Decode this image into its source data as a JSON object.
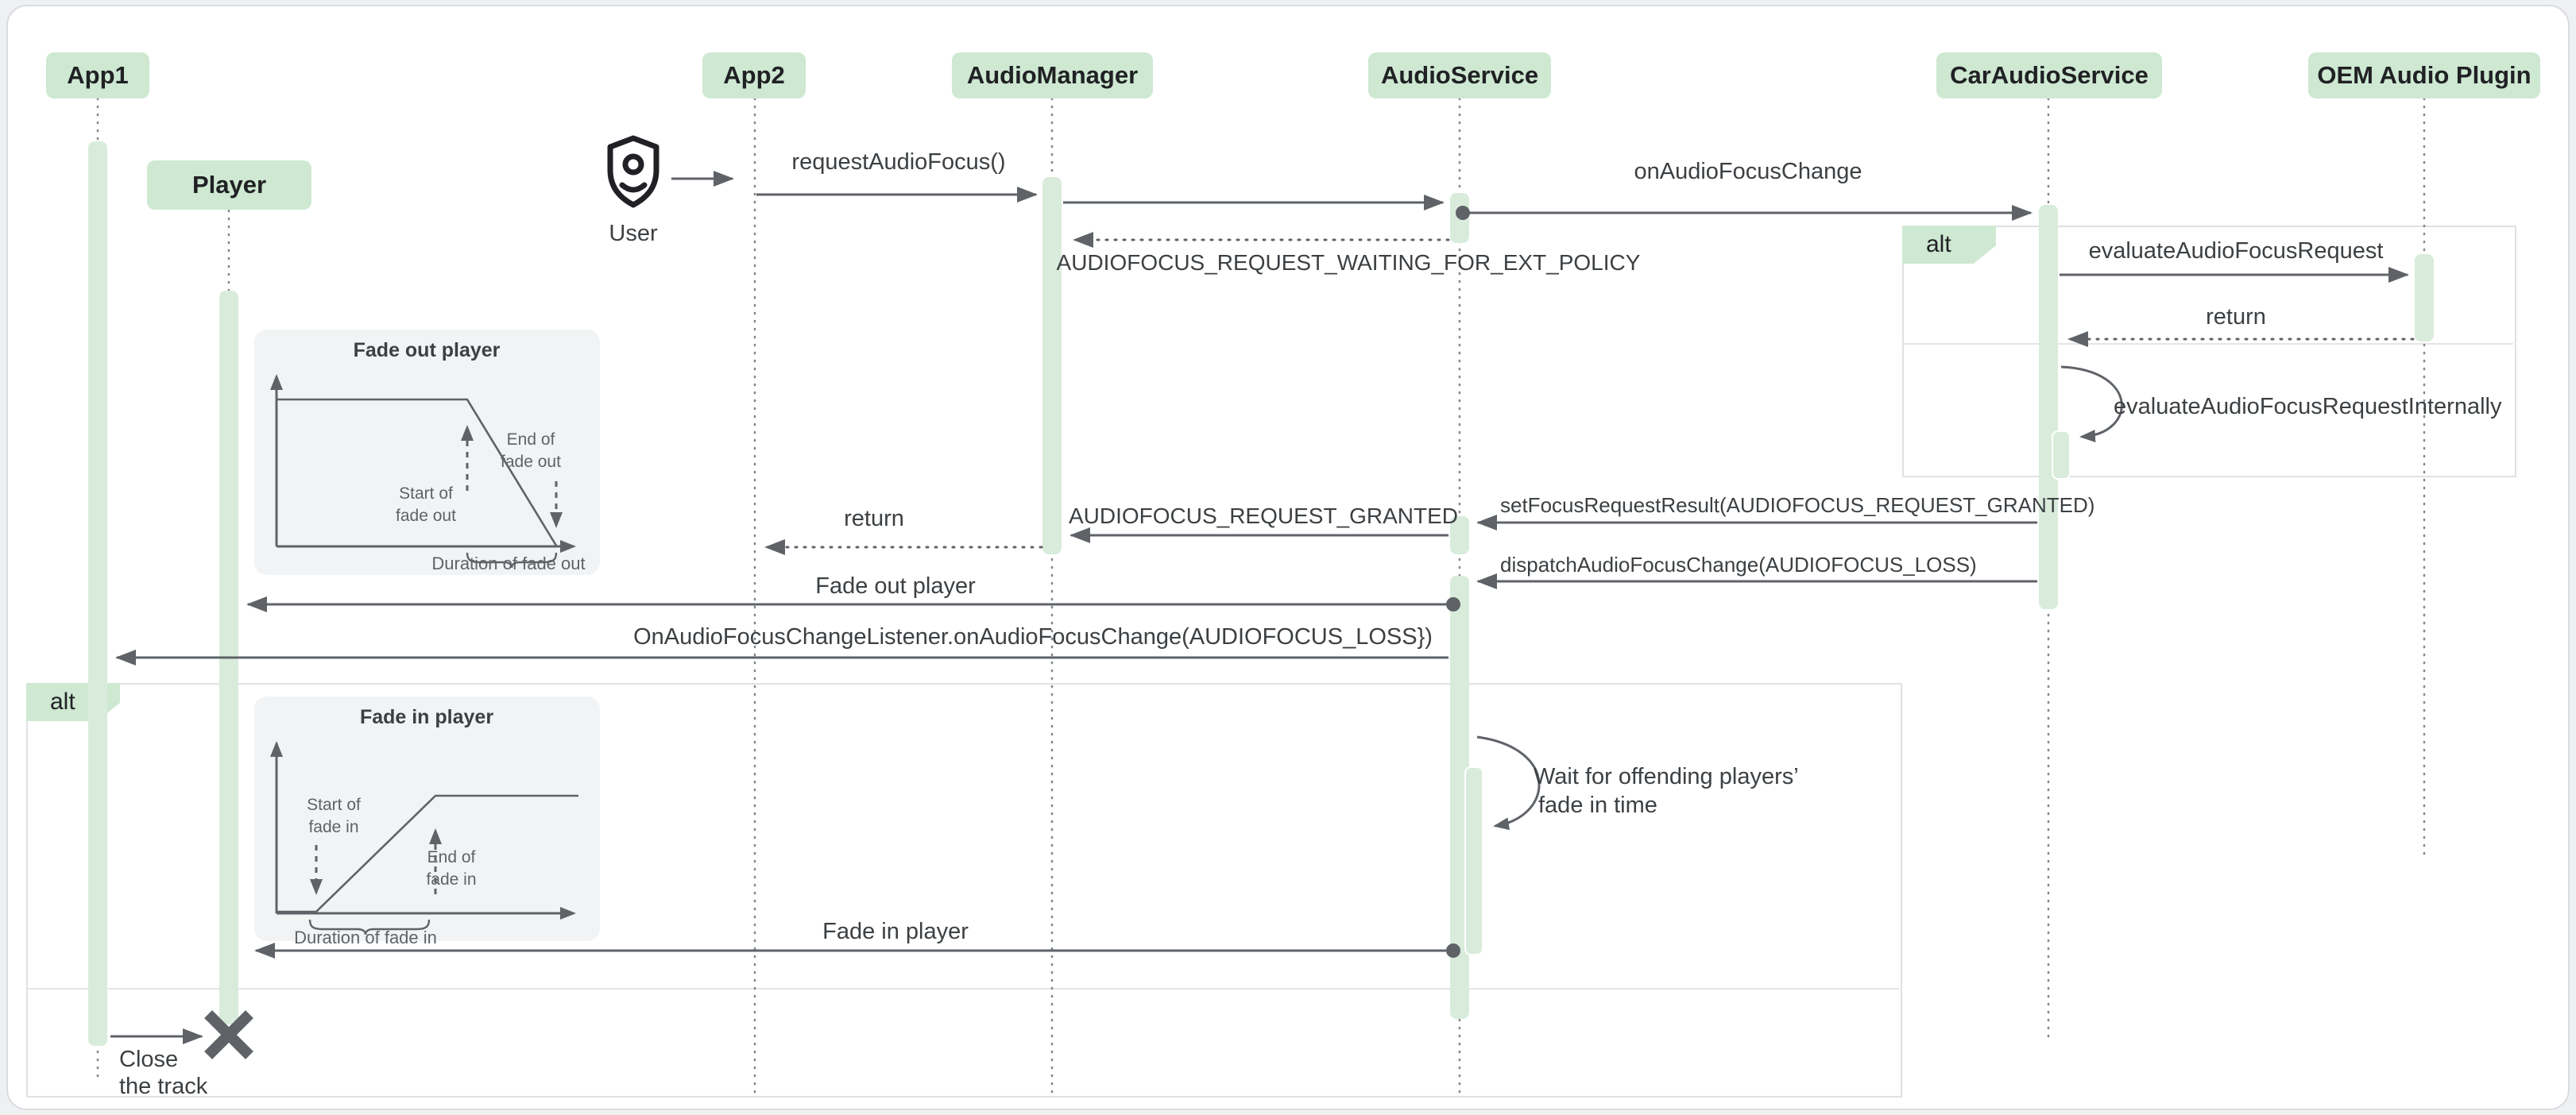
{
  "participants": [
    {
      "label": "App1"
    },
    {
      "label": "Player"
    },
    {
      "label": "App2"
    },
    {
      "label": "AudioManager"
    },
    {
      "label": "AudioService"
    },
    {
      "label": "CarAudioService"
    },
    {
      "label": "OEM Audio Plugin"
    }
  ],
  "actor": {
    "label": "User",
    "icon": "user-shield-icon"
  },
  "fragments": {
    "alt_right_label": "alt",
    "alt_left_label": "alt"
  },
  "messages": {
    "request_audio_focus": "requestAudioFocus()",
    "on_audio_focus_change": "onAudioFocusChange",
    "waiting": "AUDIOFOCUS_REQUEST_WAITING_FOR_EXT_POLICY",
    "evaluate": "evaluateAudioFocusRequest",
    "return_oem": "return",
    "evaluate_internally": "evaluateAudioFocusRequestInternally",
    "set_focus_result": "setFocusRequestResult(AUDIOFOCUS_REQUEST_GRANTED)",
    "granted": "AUDIOFOCUS_REQUEST_GRANTED",
    "return_app2": "return",
    "dispatch_loss": "dispatchAudioFocusChange(AUDIOFOCUS_LOSS)",
    "fade_out_player": "Fade out player",
    "on_focus_loss": "OnAudioFocusChangeListener.onAudioFocusChange(AUDIOFOCUS_LOSS})",
    "wait_line1": "Wait for offending players’",
    "wait_line2": "fade in time",
    "fade_in_player": "Fade in player",
    "close_line1": "Close",
    "close_line2": "the track"
  },
  "charts": {
    "fade_out": {
      "title": "Fade out player",
      "start_line1": "Start of",
      "start_line2": "fade out",
      "end_line1": "End of",
      "end_line2": "fade out",
      "duration": "Duration of fade out"
    },
    "fade_in": {
      "title": "Fade in player",
      "start_line1": "Start of",
      "start_line2": "fade in",
      "end_line1": "End of",
      "end_line2": "fade in",
      "duration": "Duration of fade in"
    }
  },
  "colors": {
    "participant_green": "#cee8d2",
    "activation_green": "#d9ecdb",
    "border_gray": "#dadce0",
    "arrow_gray": "#5f6368",
    "text_gray": "#3c4043",
    "chart_bg": "#f1f3f4"
  }
}
